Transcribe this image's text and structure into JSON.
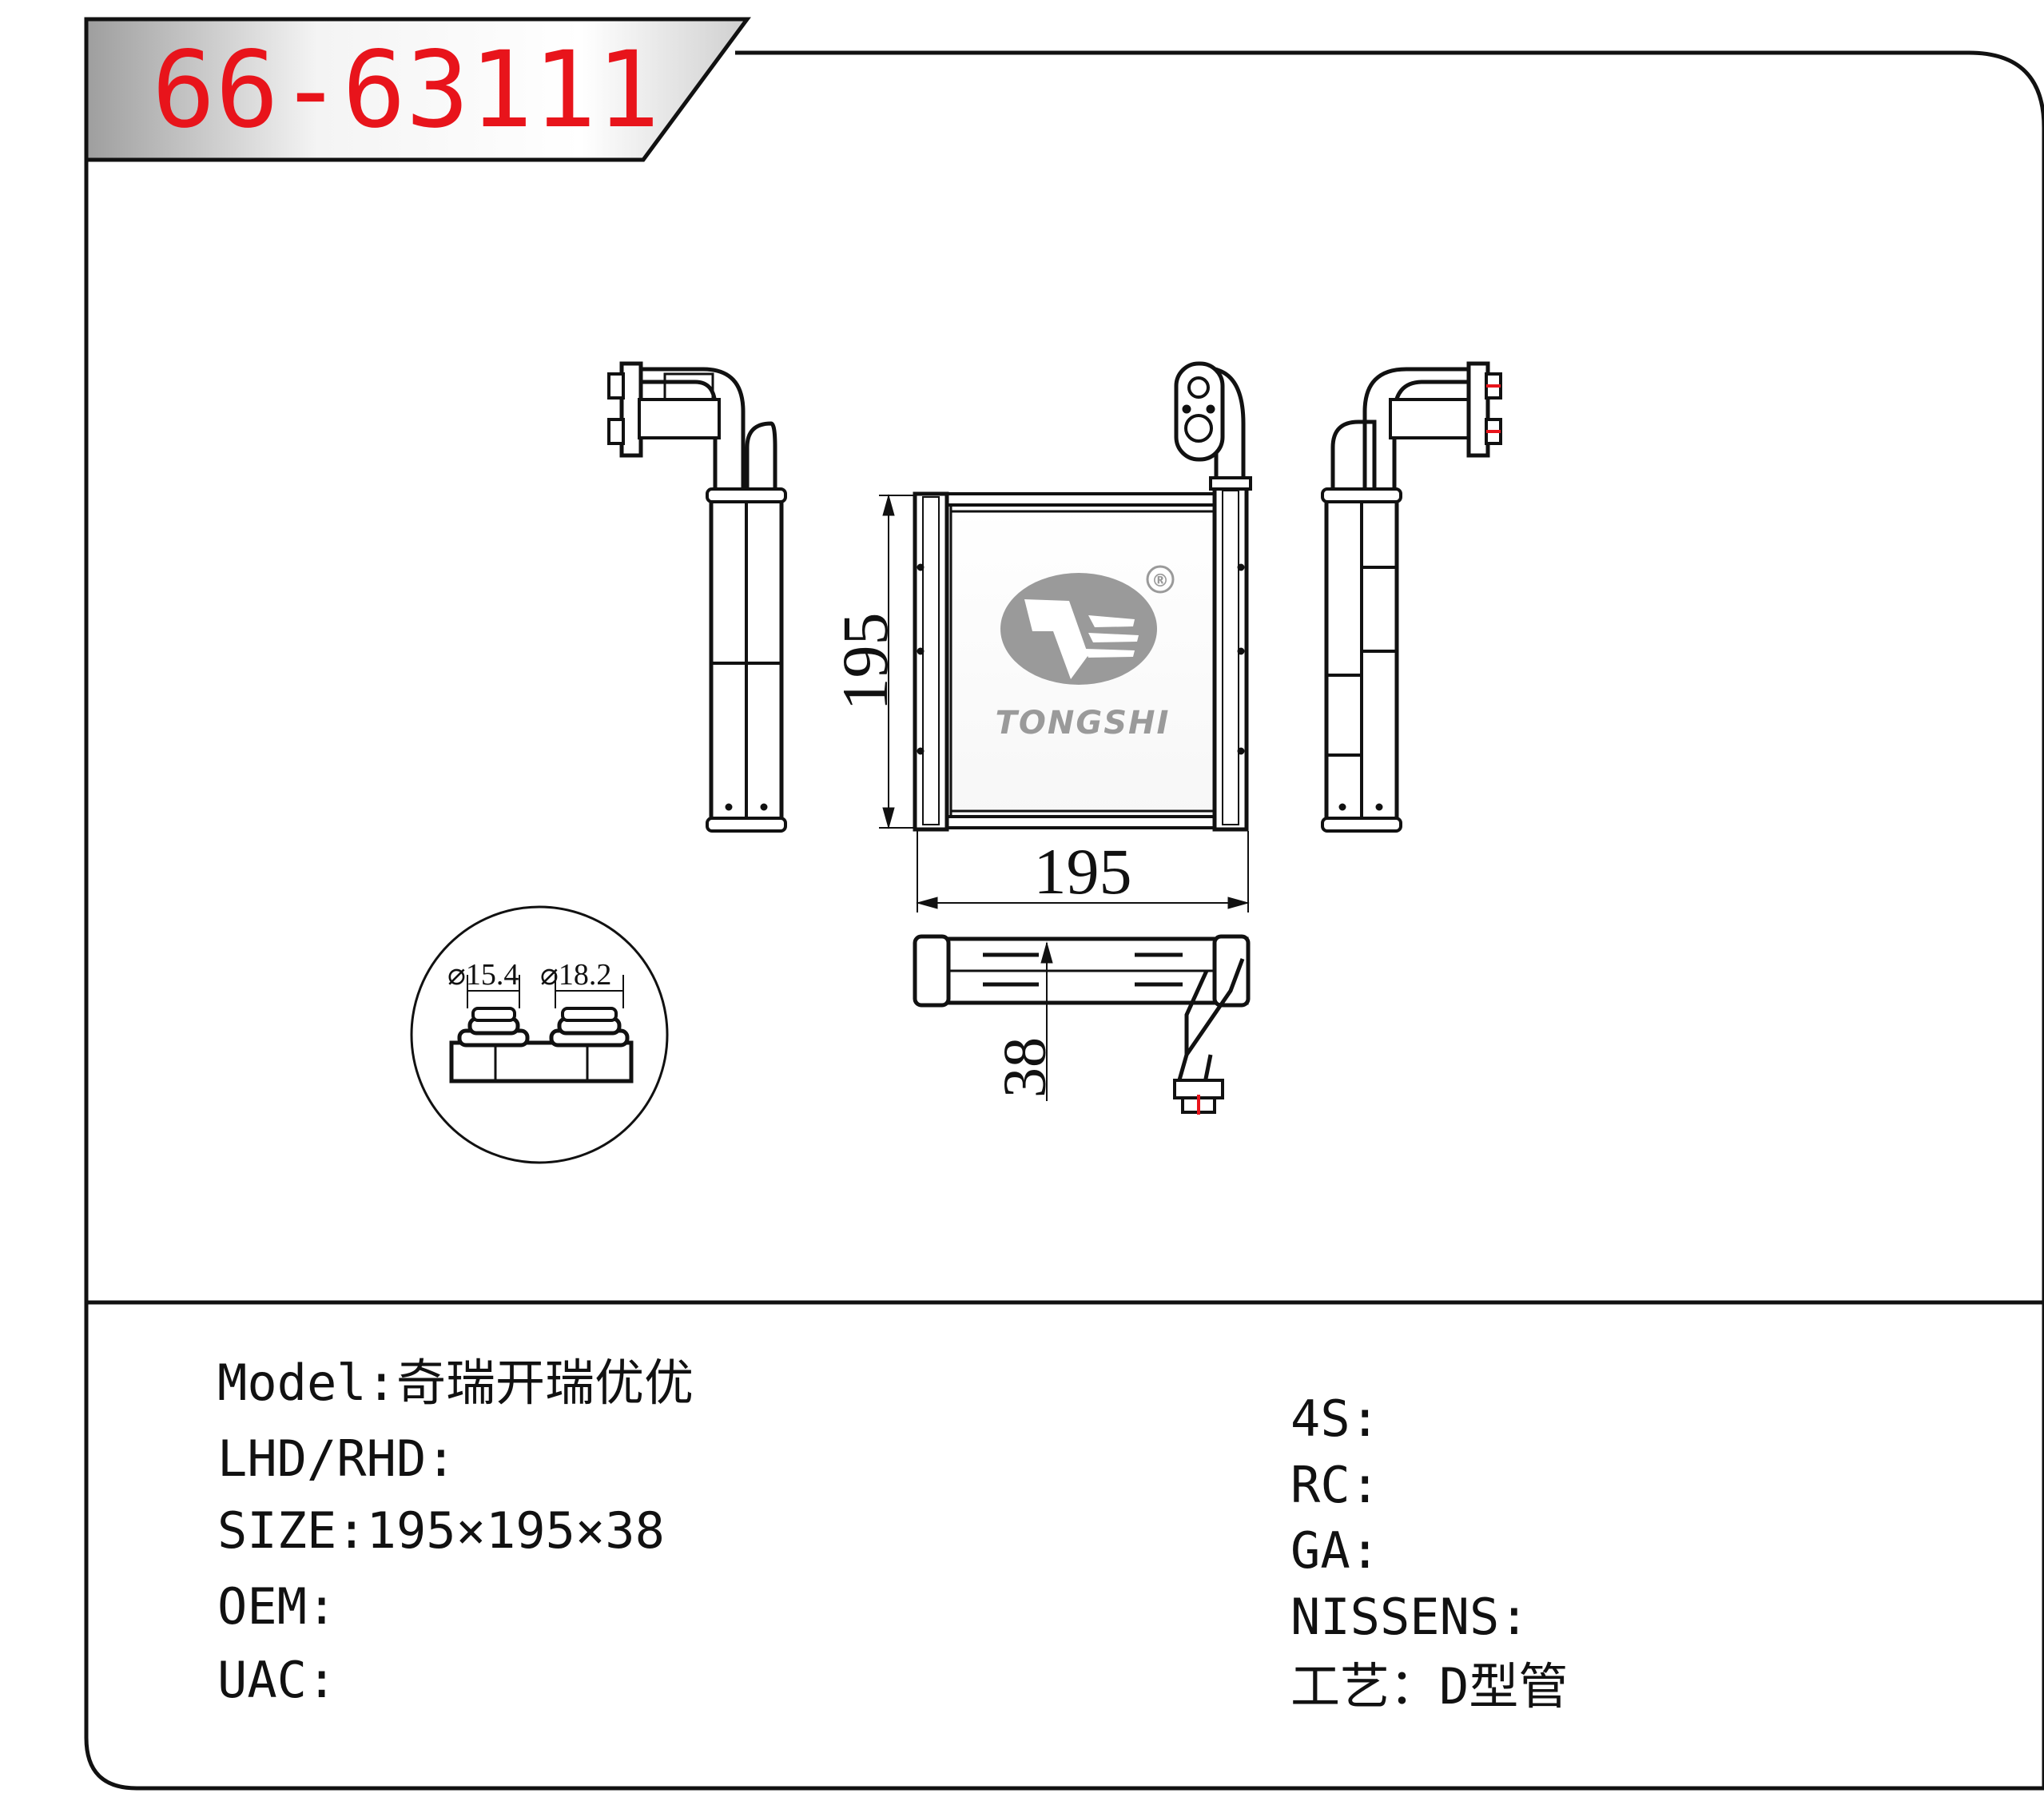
{
  "part_number": "66-63111",
  "brand": {
    "name": "TONGSHI",
    "registered_mark": "®"
  },
  "drawing": {
    "width_dim": "195",
    "height_dim": "195",
    "depth_dim": "38",
    "pipe_dia_1": "⌀15.4",
    "pipe_dia_2": "⌀18.2"
  },
  "specs_left": [
    {
      "label": "Model:",
      "value": "奇瑞开瑞优优"
    },
    {
      "label": "LHD/RHD:",
      "value": ""
    },
    {
      "label": "SIZE:",
      "value": "195×195×38"
    },
    {
      "label": "OEM:",
      "value": ""
    },
    {
      "label": "UAC:",
      "value": ""
    }
  ],
  "specs_right": [
    {
      "label": "4S:",
      "value": ""
    },
    {
      "label": "RC:",
      "value": ""
    },
    {
      "label": "GA:",
      "value": ""
    },
    {
      "label": "NISSENS:",
      "value": ""
    },
    {
      "label": "工艺：",
      "value": "D型管"
    }
  ],
  "colors": {
    "part_number": "#e8141b",
    "line": "#111111",
    "logo_gray": "#9a9a9a"
  }
}
